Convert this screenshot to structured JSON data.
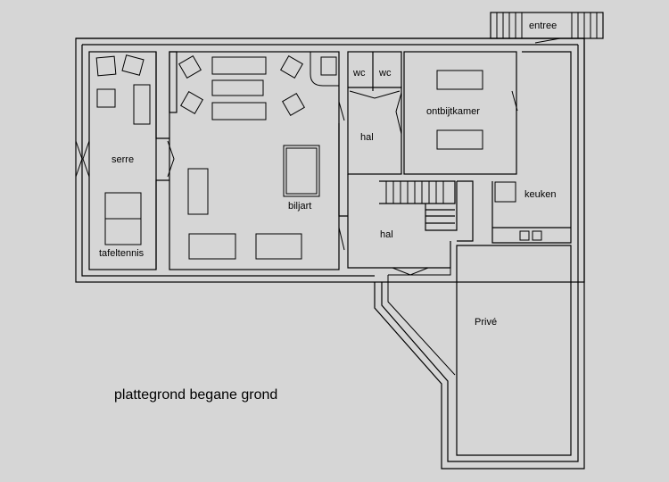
{
  "plan": {
    "title": "plattegrond begane grond",
    "rooms": {
      "serre": "serre",
      "tafeltennis": "tafeltennis",
      "biljart": "biljart",
      "wc1": "wc",
      "wc2": "wc",
      "hal_upper": "hal",
      "hal_lower": "hal",
      "ontbijtkamer": "ontbijtkamer",
      "keuken": "keuken",
      "entree": "entree",
      "prive": "Privé"
    }
  }
}
